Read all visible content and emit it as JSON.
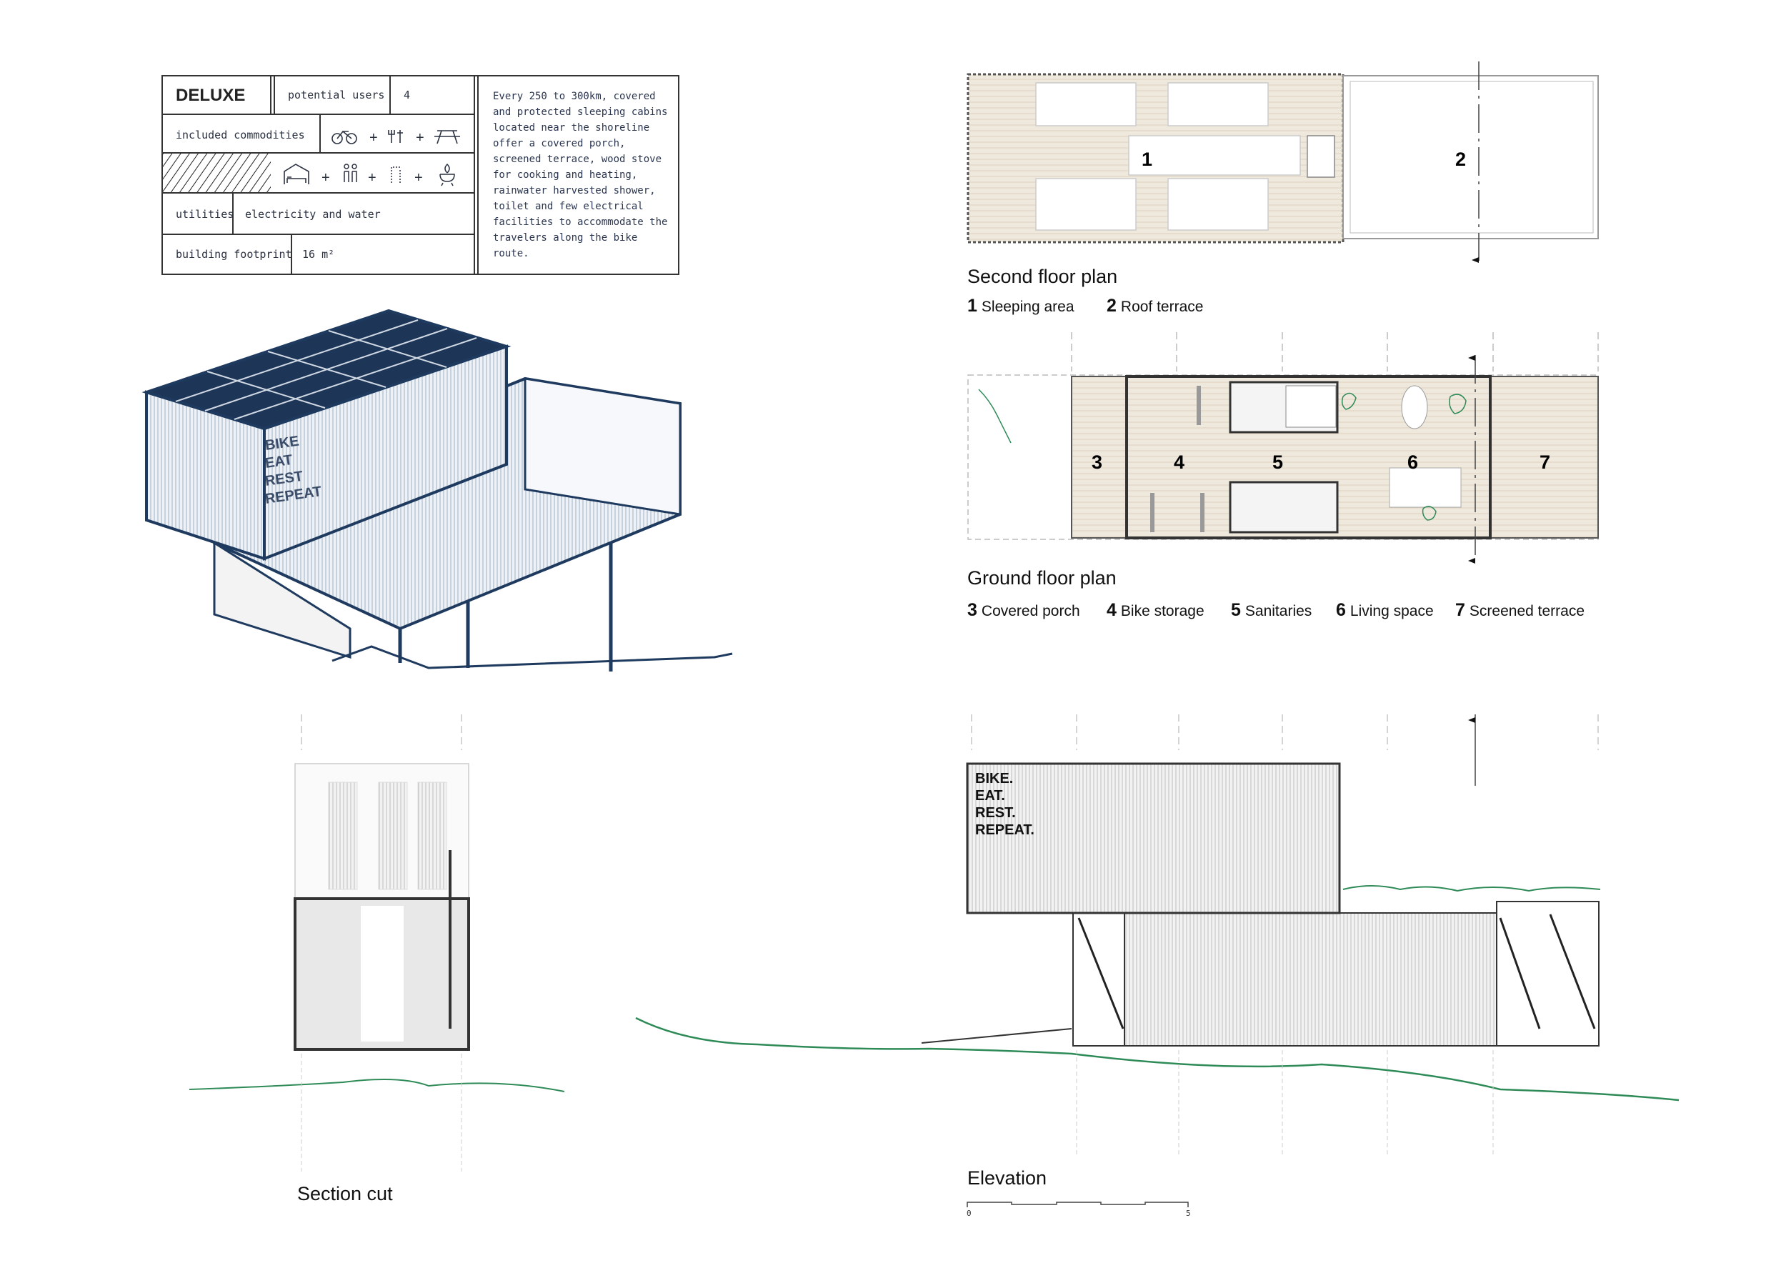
{
  "info_table": {
    "title": "DELUXE",
    "potential_users_label": "potential users",
    "potential_users_value": "4",
    "commodities_label": "included commodities",
    "commodities_icons_row1": [
      "bicycle-icon",
      "tools-icon",
      "picnic-table-icon"
    ],
    "commodities_icons_row2": [
      "shelter-bed-icon",
      "people-icon",
      "shower-icon",
      "fire-pit-icon"
    ],
    "plus": "+",
    "utilities_label": "utilities",
    "utilities_value": "electricity and water",
    "footprint_label": "building footprint",
    "footprint_value": "16 m²",
    "description": "Every 250 to 300km, covered and protected sleeping cabins located near the shoreline offer a covered porch, screened terrace, wood stove for cooking and heating, rainwater harvested shower, toilet and few electrical facilities to accommodate the travelers along the bike route."
  },
  "axonometric": {
    "slogan": [
      "BIKE",
      "EAT",
      "REST",
      "REPEAT"
    ]
  },
  "second_floor": {
    "title": "Second floor plan",
    "rooms": [
      {
        "num": "1",
        "label": "Sleeping area"
      },
      {
        "num": "2",
        "label": "Roof terrace"
      }
    ]
  },
  "ground_floor": {
    "title": "Ground floor plan",
    "rooms": [
      {
        "num": "3",
        "label": "Covered porch"
      },
      {
        "num": "4",
        "label": "Bike storage"
      },
      {
        "num": "5",
        "label": "Sanitaries"
      },
      {
        "num": "6",
        "label": "Living space"
      },
      {
        "num": "7",
        "label": "Screened terrace"
      }
    ]
  },
  "section": {
    "title": "Section cut"
  },
  "elevation": {
    "title": "Elevation",
    "slogan": [
      "BIKE.",
      "EAT.",
      "REST.",
      "REPEAT."
    ],
    "scale_start": "0",
    "scale_end": "5"
  },
  "colors": {
    "navy": "#1f3a5f",
    "panel": "#1d3557",
    "green": "#2e8b57",
    "wood": "#efe8dc",
    "grey": "#e4e4e4"
  }
}
